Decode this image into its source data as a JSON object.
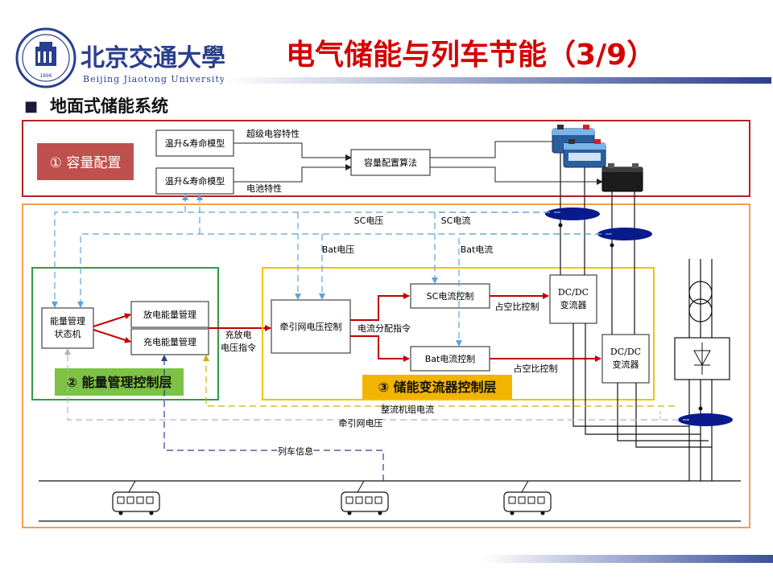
{
  "header": {
    "school_name_cn": "北京交通大學",
    "school_name_en": "Beijing Jiaotong University",
    "seal_year": "1896",
    "slide_title": "电气储能与列车节能（3/9）"
  },
  "section": {
    "bullet": "■",
    "heading": "地面式储能系统"
  },
  "capacity_panel": {
    "badge": "① 容量配置",
    "model_top": "温升&寿命模型",
    "model_bottom": "温升&寿命模型",
    "sc_characteristic": "超级电容特性",
    "battery_characteristic": "电池特性",
    "algorithm": "容量配置算法"
  },
  "energy_layer": {
    "badge": "② 能量管理控制层",
    "state_machine_line1": "能量管理",
    "state_machine_line2": "状态机",
    "discharge": "放电能量管理",
    "charge": "充电能量管理",
    "cmd_line1": "充放电",
    "cmd_line2": "电压指令"
  },
  "converter_layer": {
    "badge": "③ 储能变流器控制层",
    "traction_voltage_ctrl": "牵引网电压控制",
    "current_cmd": "电流分配指令",
    "sc_current_ctrl": "SC电流控制",
    "bat_current_ctrl": "Bat电流控制",
    "duty_top": "占空比控制",
    "duty_bottom": "占空比控制",
    "dcdc_top_line1": "DC/DC",
    "dcdc_top_line2": "变流器",
    "dcdc_bottom_line1": "DC/DC",
    "dcdc_bottom_line2": "变流器"
  },
  "signals": {
    "sc_voltage": "SC电压",
    "sc_current": "SC电流",
    "bat_voltage": "Bat电压",
    "bat_current": "Bat电流",
    "rectifier_current": "整流机组电流",
    "traction_voltage": "牵引网电压",
    "train_info": "列车信息"
  },
  "colors": {
    "title_red": "#d40000",
    "capacity_border": "#b22222",
    "capacity_badge": "#c0504d",
    "system_border": "#f0a050",
    "energy_border": "#2e9b4a",
    "energy_badge": "#7dc242",
    "converter_border": "#f2c200",
    "converter_badge": "#f2b400",
    "flow_red": "#c00000",
    "signal_blue": "#5aa5d8",
    "signal_gray": "#b0b0b0",
    "signal_yellow": "#c8b400",
    "sensor_navy": "#0a1a8c"
  }
}
